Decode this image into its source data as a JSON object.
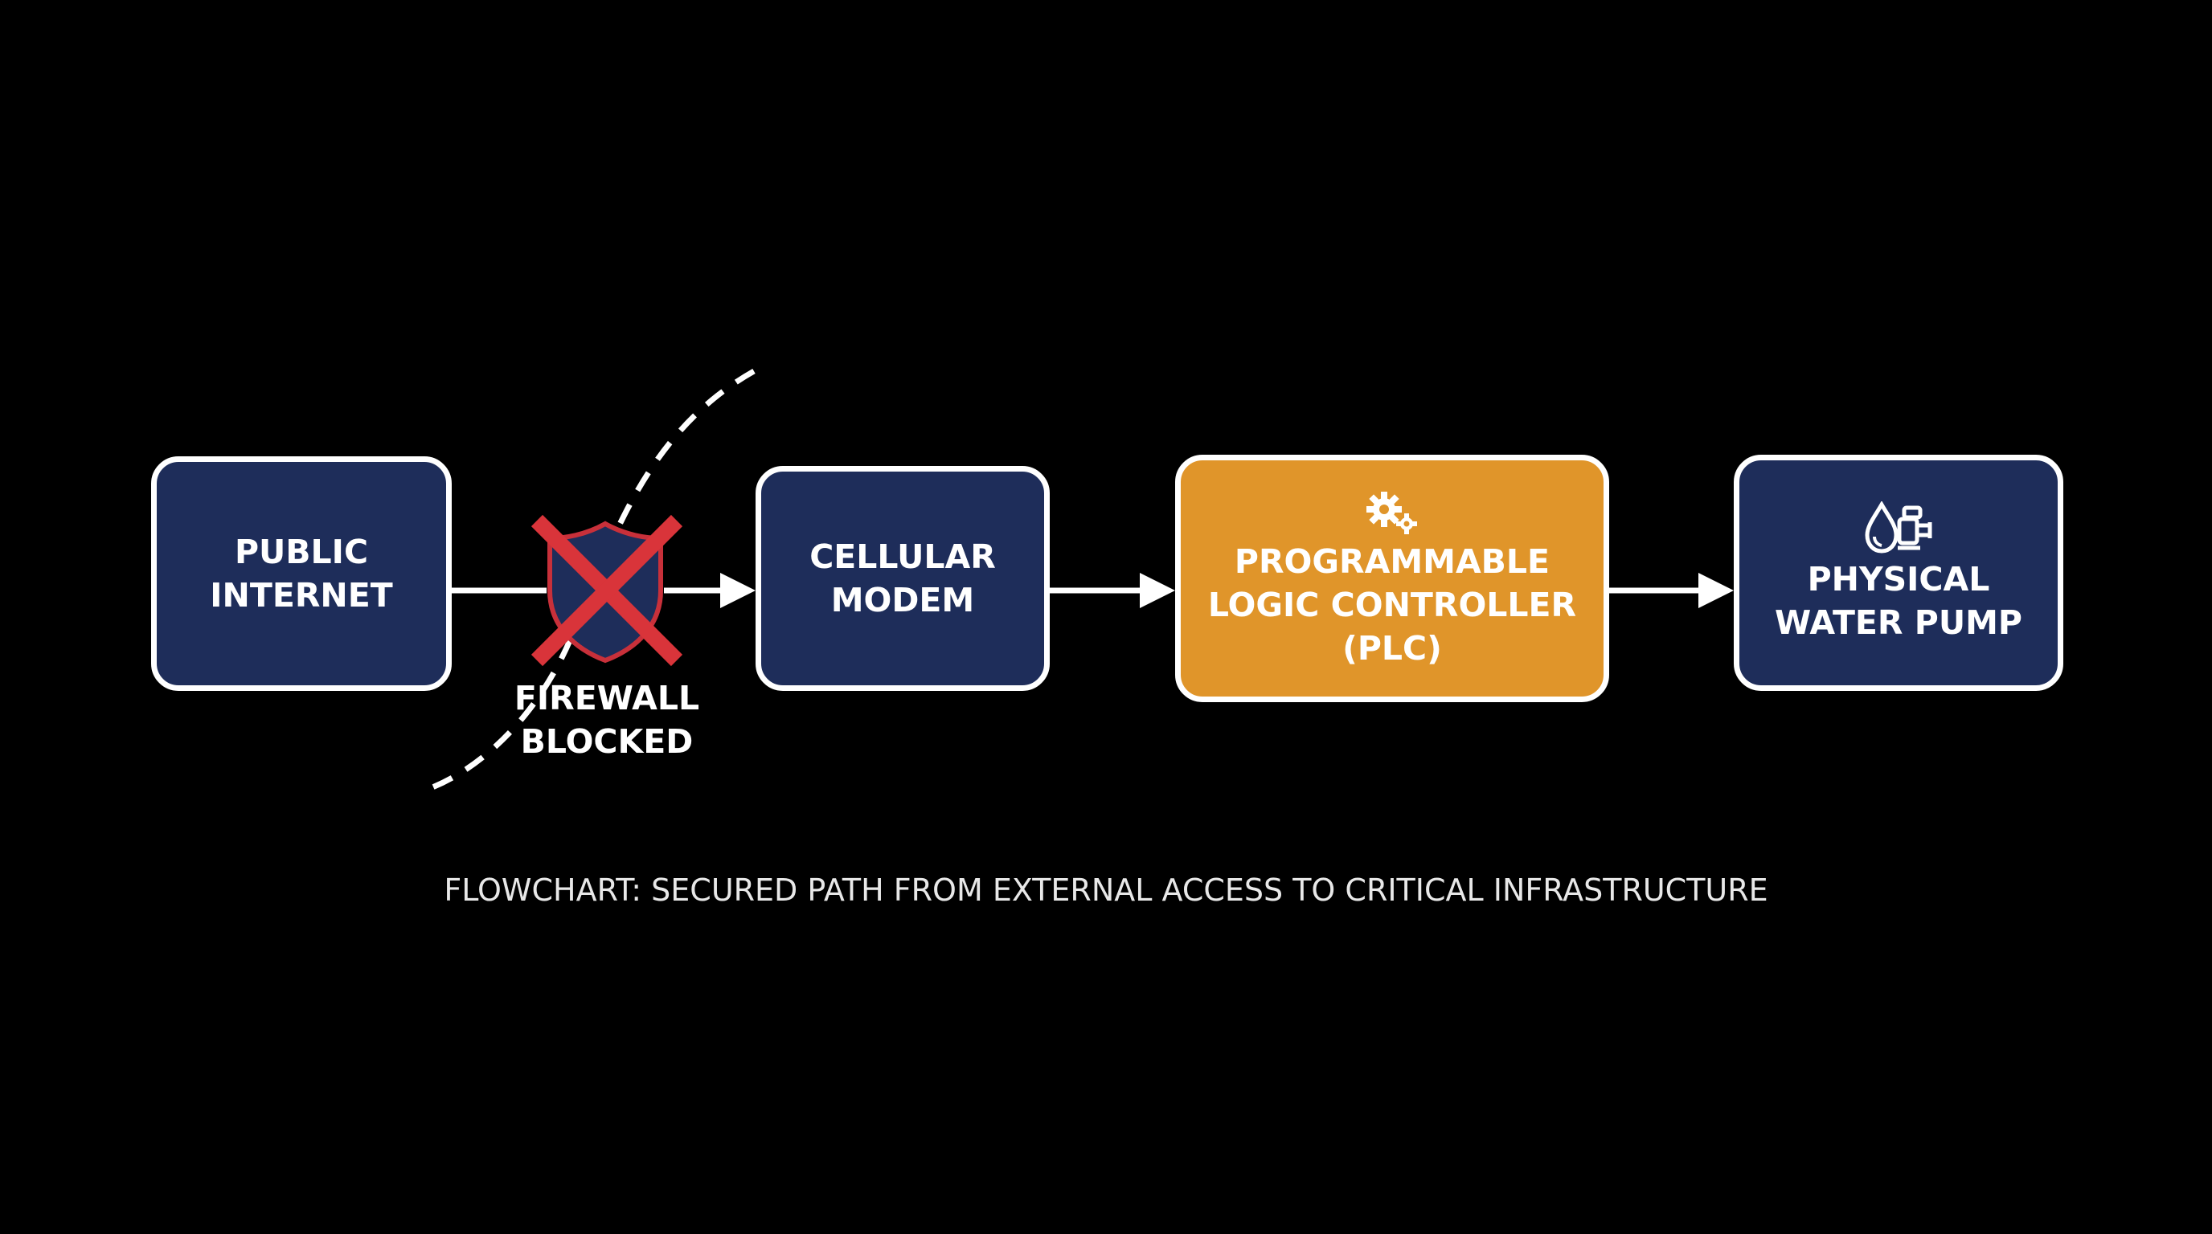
{
  "colors": {
    "background": "#000000",
    "node_fill": "#1e2d5a",
    "node_highlight_fill": "#e0952a",
    "border": "#ffffff",
    "blocked_x": "#d9343a",
    "shield": "#1e2d5a"
  },
  "nodes": {
    "public_internet": {
      "label": "PUBLIC\nINTERNET"
    },
    "cellular_modem": {
      "label": "CELLULAR\nMODEM"
    },
    "plc": {
      "label": "PROGRAMMABLE\nLOGIC CONTROLLER\n(PLC)",
      "icon": "gears-icon"
    },
    "water_pump": {
      "label": "PHYSICAL\nWATER PUMP",
      "icon": "water-pump-icon"
    }
  },
  "firewall": {
    "label": "FIREWALL\nBLOCKED",
    "icon": "blocked-shield-icon"
  },
  "caption": "FLOWCHART: SECURED PATH FROM EXTERNAL ACCESS TO CRITICAL INFRASTRUCTURE"
}
